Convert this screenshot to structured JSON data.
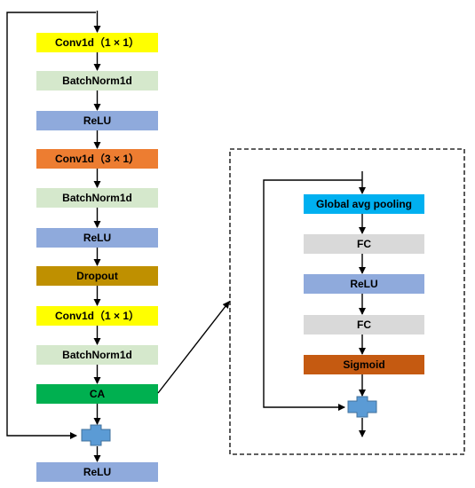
{
  "main_path": {
    "blocks": [
      {
        "label": "Conv1d（1 × 1）",
        "color": "#ffff00"
      },
      {
        "label": "BatchNorm1d",
        "color": "#d5e8cc"
      },
      {
        "label": "ReLU",
        "color": "#8faadc"
      },
      {
        "label": "Conv1d（3 × 1）",
        "color": "#ed7d31"
      },
      {
        "label": "BatchNorm1d",
        "color": "#d5e8cc"
      },
      {
        "label": "ReLU",
        "color": "#8faadc"
      },
      {
        "label": "Dropout",
        "color": "#bf9000"
      },
      {
        "label": "Conv1d（1 × 1）",
        "color": "#ffff00"
      },
      {
        "label": "BatchNorm1d",
        "color": "#d5e8cc"
      },
      {
        "label": "CA",
        "color": "#00b050"
      }
    ],
    "output_block": {
      "label": "ReLU",
      "color": "#8faadc"
    },
    "add_icon": "plus-icon",
    "add_color": "#5b9bd5"
  },
  "ca_detail": {
    "blocks": [
      {
        "label": "Global avg pooling",
        "color": "#00b0f0"
      },
      {
        "label": "FC",
        "color": "#d9d9d9"
      },
      {
        "label": "ReLU",
        "color": "#8faadc"
      },
      {
        "label": "FC",
        "color": "#d9d9d9"
      },
      {
        "label": "Sigmoid",
        "color": "#c55a11"
      }
    ],
    "multiply_icon": "plus-icon",
    "multiply_color": "#5b9bd5"
  }
}
